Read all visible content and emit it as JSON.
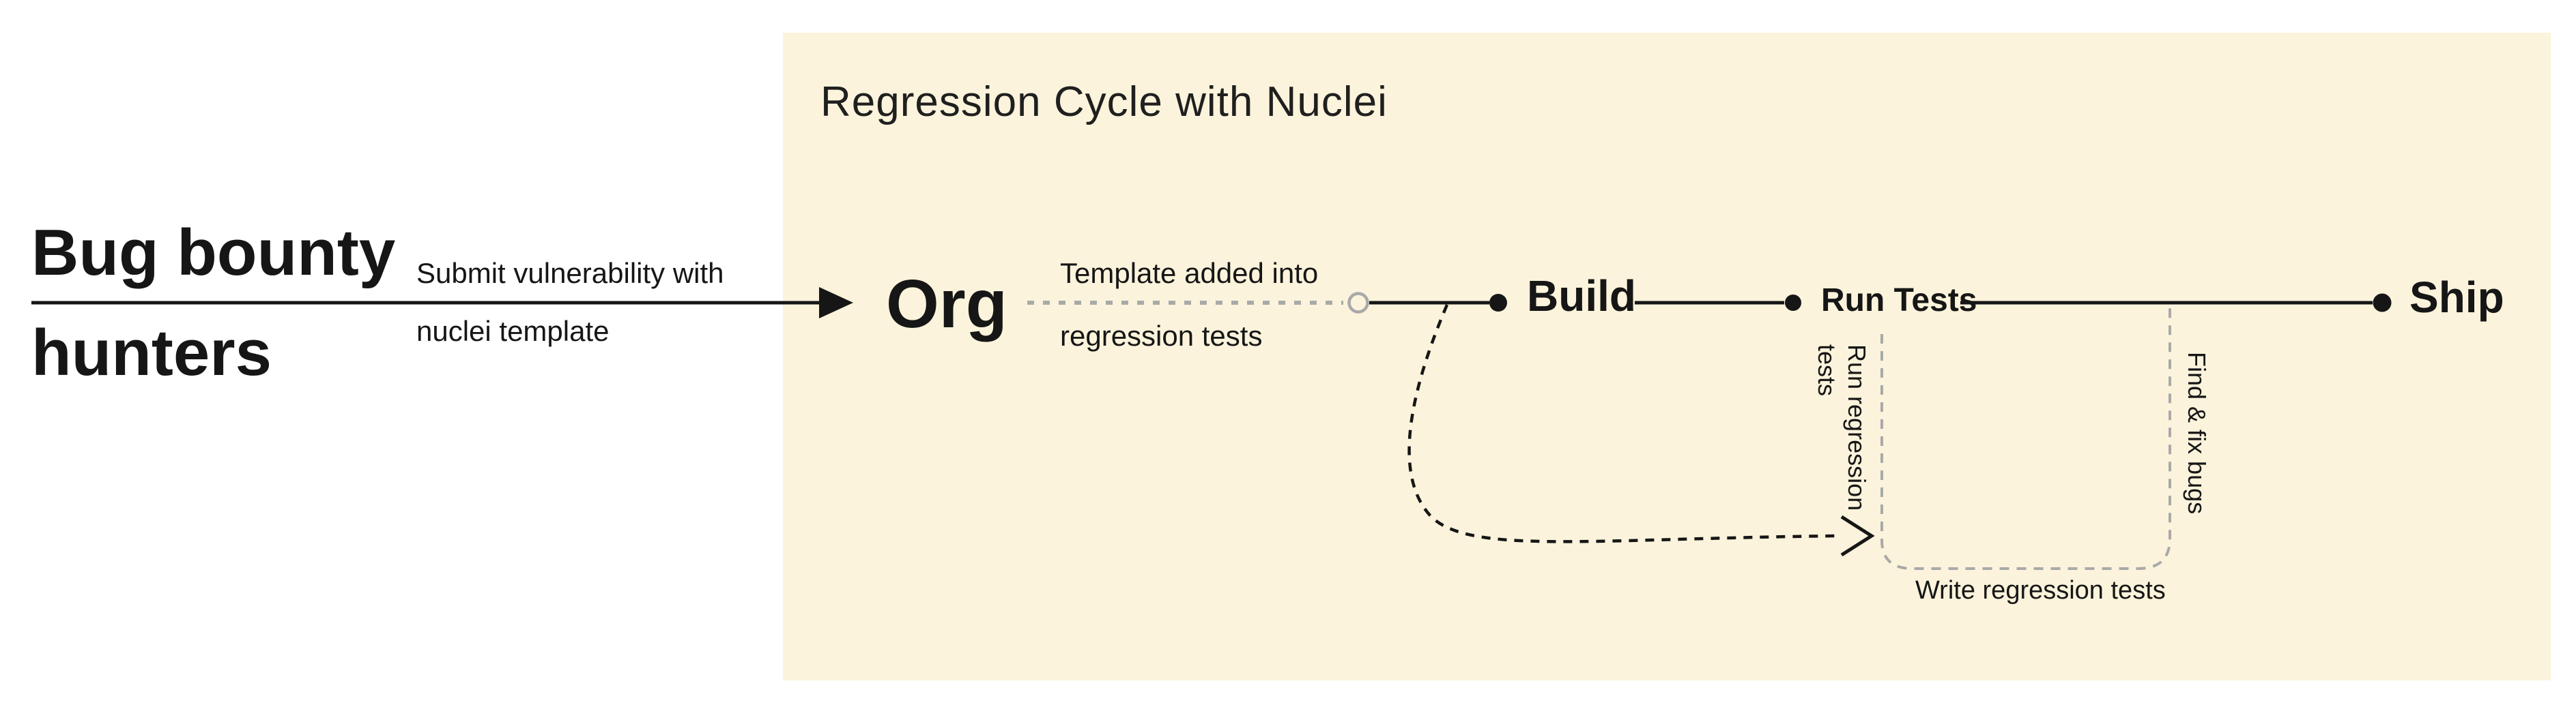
{
  "colors": {
    "background": "#ffffff",
    "panel_background": "#fbf3db",
    "ink": "#161616",
    "muted_line": "#a9a9a9"
  },
  "actor": {
    "line1": "Bug bounty",
    "line2": "hunters"
  },
  "submit": {
    "label_line1": "Submit vulnerability with",
    "label_line2": "nuclei template"
  },
  "panel": {
    "title": "Regression Cycle with Nuclei"
  },
  "org": {
    "label": "Org",
    "note_line1": "Template added into",
    "note_line2": "regression tests"
  },
  "timeline": {
    "nodes": [
      {
        "label": "Build"
      },
      {
        "label": "Run Tests"
      },
      {
        "label": "Ship"
      }
    ]
  },
  "loop": {
    "run_regression_lines": [
      "Run regression",
      "tests"
    ],
    "find_fix": "Find & fix bugs",
    "write_tests": "Write regression tests"
  }
}
